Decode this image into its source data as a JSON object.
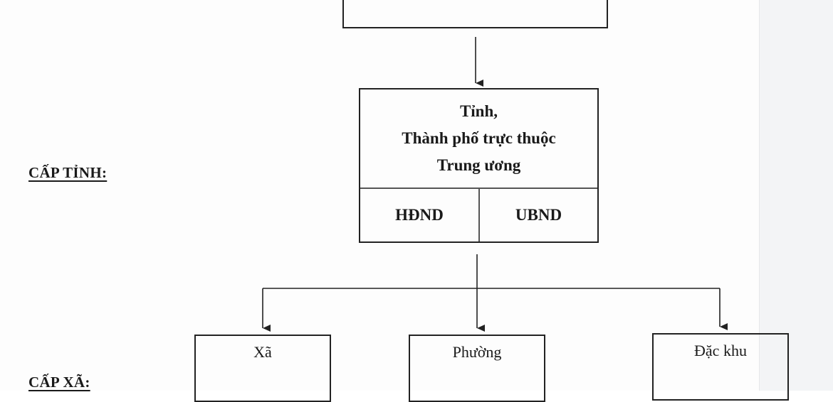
{
  "diagram": {
    "levels": {
      "province_label": "CẤP TỈNH:",
      "commune_label": "CẤP XÃ:"
    },
    "province": {
      "title_lines": [
        "Tỉnh,",
        "Thành phố trực thuộc",
        "Trung ương"
      ],
      "council": "HĐND",
      "committee": "UBND"
    },
    "commune_units": [
      "Xã",
      "Phường",
      "Đặc khu"
    ],
    "colors": {
      "line": "#222222",
      "text": "#1a1a1a",
      "background": "#fdfdfd"
    }
  }
}
